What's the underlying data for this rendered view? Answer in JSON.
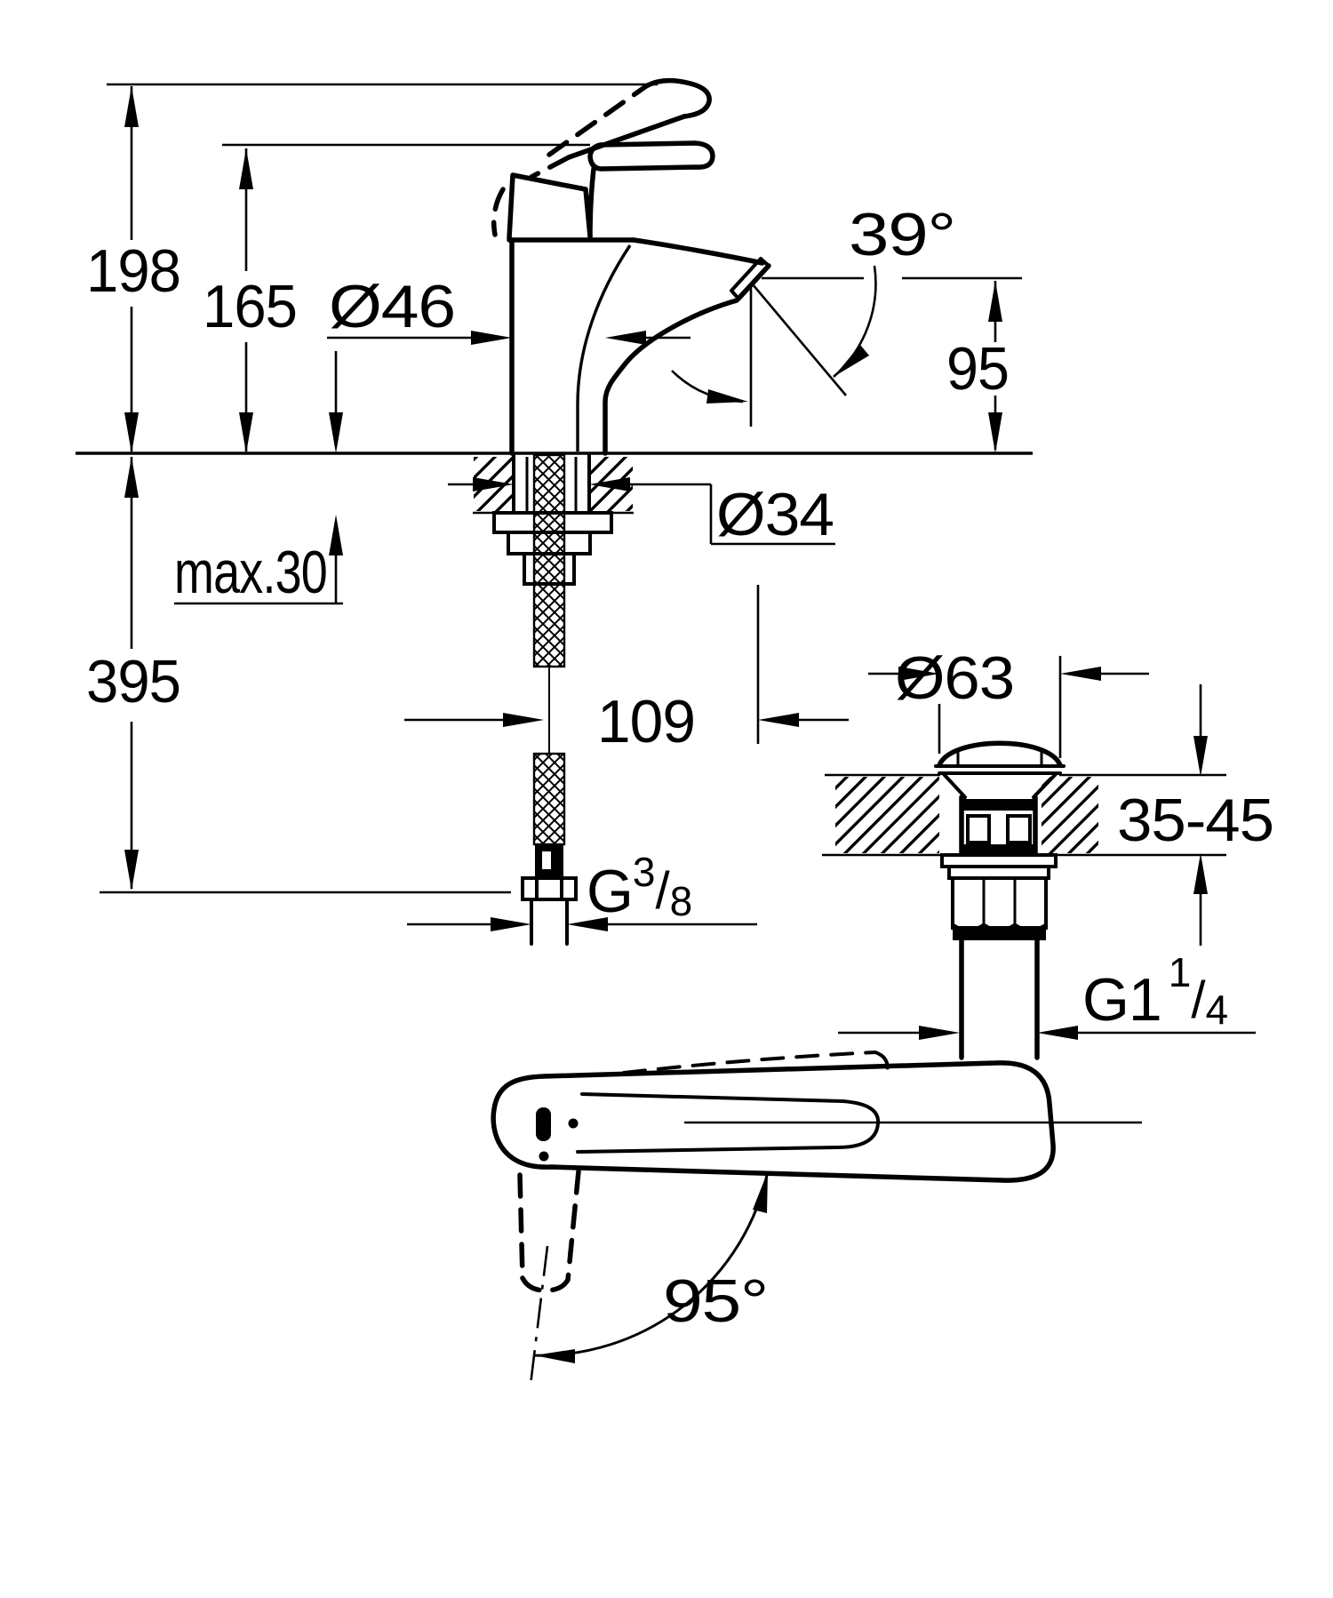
{
  "page": {
    "background": "#ffffff",
    "ink": "#000000",
    "kind": "technical dimensional drawing",
    "subject": "single-lever basin mixer with pop-up waste"
  },
  "side_view": {
    "dim_height_total": "198",
    "dim_height_spout_top": "165",
    "dim_body_diameter": "Ø46",
    "dim_spout_angle": "39°",
    "dim_outlet_height": "95",
    "dim_deck_max": "max.30",
    "dim_shank_diameter": "Ø34",
    "dim_hose_length": "395",
    "dim_reach": "109",
    "thread": {
      "prefix": "G",
      "numerator": "3",
      "slash": "/",
      "denominator": "8"
    }
  },
  "drain_view": {
    "dim_flange_diameter": "Ø63",
    "dim_deck_range": "35-45",
    "thread": {
      "prefix": "G1",
      "numerator": "1",
      "slash": "/",
      "denominator": "4"
    }
  },
  "top_view": {
    "dim_swivel_angle": "95°"
  }
}
